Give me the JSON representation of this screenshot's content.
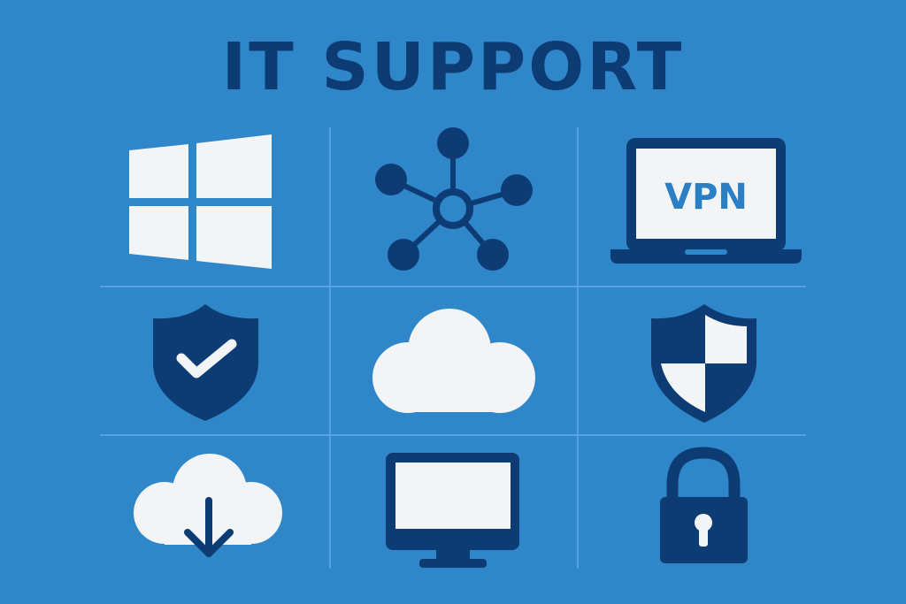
{
  "title": "IT SUPPORT",
  "colors": {
    "background": "#2f86c8",
    "dark": "#0d3c75",
    "light": "#f3f4f6",
    "grid_line": "#55a3e0",
    "vpn_text": "#2a7fc5"
  },
  "grid": {
    "rows": 3,
    "cols": 3,
    "tiles": [
      {
        "row": 0,
        "col": 0,
        "icon": "windows-logo-icon"
      },
      {
        "row": 0,
        "col": 1,
        "icon": "network-hub-icon"
      },
      {
        "row": 0,
        "col": 2,
        "icon": "vpn-laptop-icon",
        "label": "VPN"
      },
      {
        "row": 1,
        "col": 0,
        "icon": "shield-check-icon"
      },
      {
        "row": 1,
        "col": 1,
        "icon": "cloud-icon"
      },
      {
        "row": 1,
        "col": 2,
        "icon": "security-shield-icon"
      },
      {
        "row": 2,
        "col": 0,
        "icon": "cloud-download-icon"
      },
      {
        "row": 2,
        "col": 1,
        "icon": "monitor-icon"
      },
      {
        "row": 2,
        "col": 2,
        "icon": "padlock-icon"
      }
    ]
  }
}
